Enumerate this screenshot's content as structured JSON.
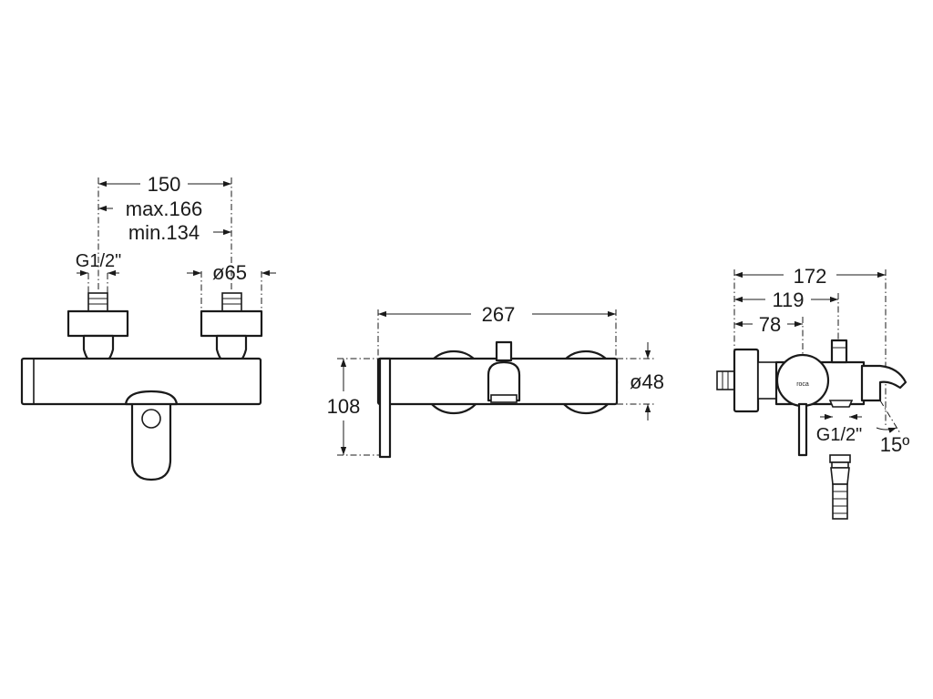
{
  "front_view": {
    "dim_overall": "150",
    "dim_max": "max.166",
    "dim_min": "min.134",
    "thread_label": "G1/2\"",
    "flange_dia": "ø65"
  },
  "top_view": {
    "dim_length": "267",
    "dim_height": "108",
    "dim_dia": "ø48"
  },
  "side_view": {
    "dim_overall": "172",
    "dim_mid": "119",
    "dim_axis": "78",
    "thread_label": "G1/2\"",
    "angle": "15º",
    "logo_text": "roca"
  }
}
